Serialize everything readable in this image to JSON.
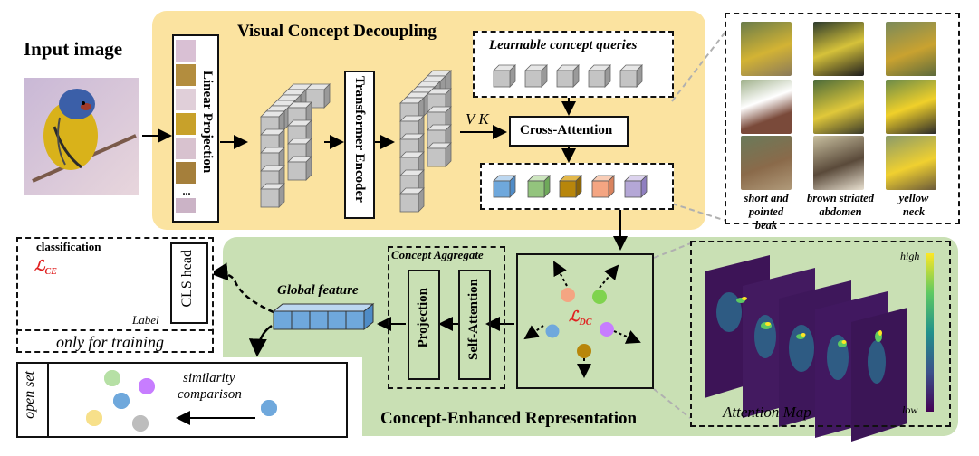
{
  "input": {
    "title": "Input image"
  },
  "vcd": {
    "title": "Visual Concept Decoupling",
    "linear_projection": "Linear Projection",
    "transformer_encoder": "Transformer Encoder",
    "queries_label": "Learnable concept queries",
    "cross_attention": "Cross-Attention",
    "vk_label": "V K",
    "patch_ellipsis": "..."
  },
  "examples": {
    "captions": [
      "short and pointed beak",
      "brown striated abdomen",
      "yellow neck"
    ]
  },
  "cer": {
    "title": "Concept-Enhanced Representation",
    "aggregate_title": "Concept Aggregate",
    "projection": "Projection",
    "self_attention": "Self-Attention",
    "global_feature": "Global feature",
    "loss_dc": "ℒ",
    "loss_dc_sub": "DC"
  },
  "training": {
    "cls_head": "CLS head",
    "classification": "classification",
    "loss_ce": "ℒ",
    "loss_ce_sub": "CE",
    "x_label": "Label",
    "note": "only for training"
  },
  "open_set": {
    "label": "open set",
    "similarity": "similarity",
    "comparison": "comparison"
  },
  "attention": {
    "title": "Attention Map",
    "high": "high",
    "low": "low"
  },
  "colors": {
    "yellow_panel": "#fbe3a0",
    "green_panel": "#c9e0b4",
    "concept_blue": "#6fa8dc",
    "concept_green": "#93c47d",
    "concept_brown": "#b8860b",
    "concept_orange": "#f4a582",
    "concept_purple": "#b4a7d6",
    "cls_bar": "#f0a868",
    "grey_bar": "#cccccc"
  }
}
